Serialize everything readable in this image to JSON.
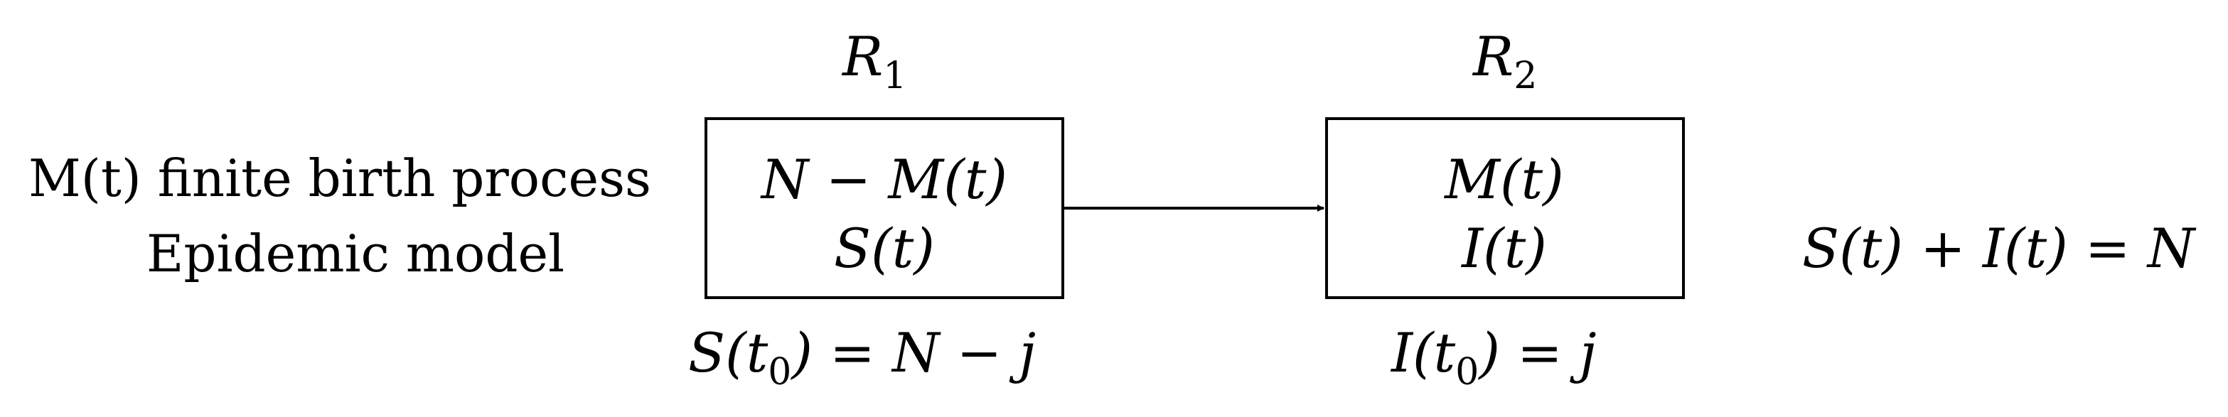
{
  "left_labels": {
    "line1": "M(t) finite birth process",
    "line2": "Epidemic model"
  },
  "region1": {
    "label_main": "R",
    "label_sub": "1",
    "box_line1": "N − M(t)",
    "box_line2": "S(t)",
    "initial_pre": "S(t",
    "initial_sub": "0",
    "initial_post": ") = N − j"
  },
  "region2": {
    "label_main": "R",
    "label_sub": "2",
    "box_line1": "M(t)",
    "box_line2": "I(t)",
    "initial_pre": "I(t",
    "initial_sub": "0",
    "initial_post": ") = j"
  },
  "equation": "S(t) + I(t) = N"
}
